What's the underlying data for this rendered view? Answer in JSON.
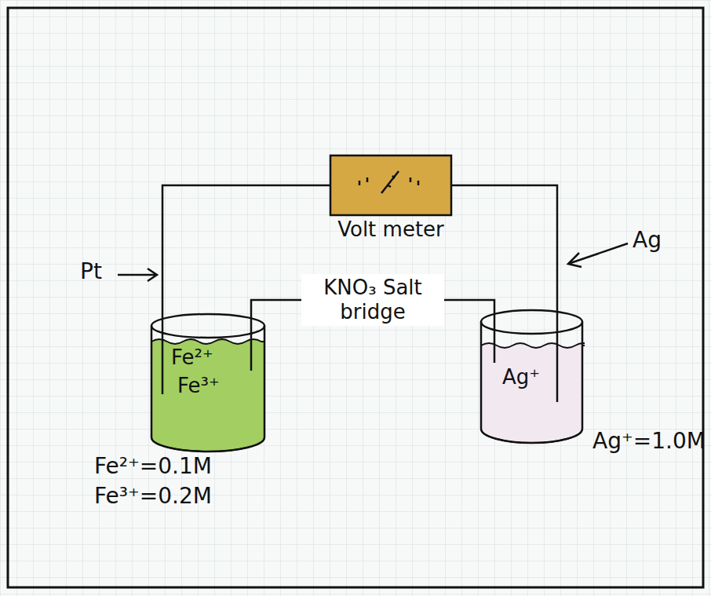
{
  "diagram": {
    "nodes": [
      {
        "text": [
          "Volt meter"
        ]
      },
      {
        "text": [
          "Fe²⁺",
          "Fe³⁺"
        ]
      },
      {
        "text": [
          "Ag⁺"
        ]
      }
    ],
    "edges": [
      {
        "from": 0,
        "to": 1,
        "arrow": "none"
      },
      {
        "from": 0,
        "to": 2,
        "arrow": "none"
      },
      {
        "from": 1,
        "to": 2,
        "arrow": "none",
        "label": "KNO₃ Salt bridge"
      }
    ],
    "labels": [
      "Pt",
      "Ag",
      "Fe²⁺=0.1M",
      "Fe³⁺=0.2M",
      "Ag⁺=1.0M"
    ]
  }
}
